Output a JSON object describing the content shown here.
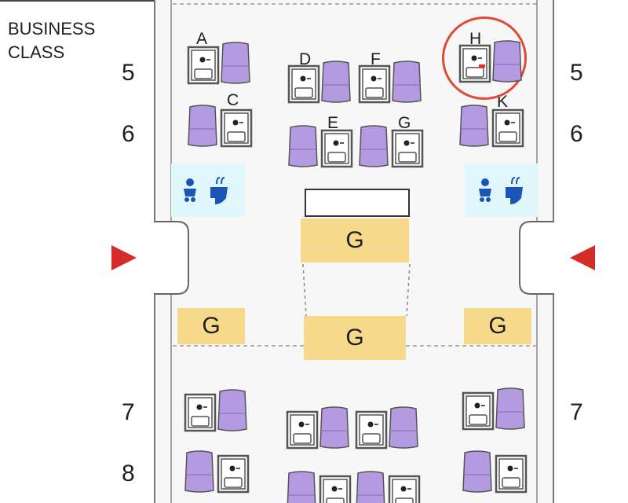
{
  "section": {
    "label_line1": "BUSINESS",
    "label_line2": "CLASS"
  },
  "rows": {
    "r5": "5",
    "r6": "6",
    "r7": "7",
    "r8": "8"
  },
  "seats": {
    "A": "A",
    "C": "C",
    "D": "D",
    "F": "F",
    "E": "E",
    "G": "G",
    "H": "H",
    "K": "K"
  },
  "galley": {
    "label": "G"
  },
  "highlighted_seat": "H",
  "colors": {
    "seat_purple": "#b49ae0",
    "seat_outline": "#555555",
    "galley": "#f7d98b",
    "lavatory": "#dff6fb",
    "exit_red": "#d62b2b",
    "highlight": "#e04a36"
  }
}
